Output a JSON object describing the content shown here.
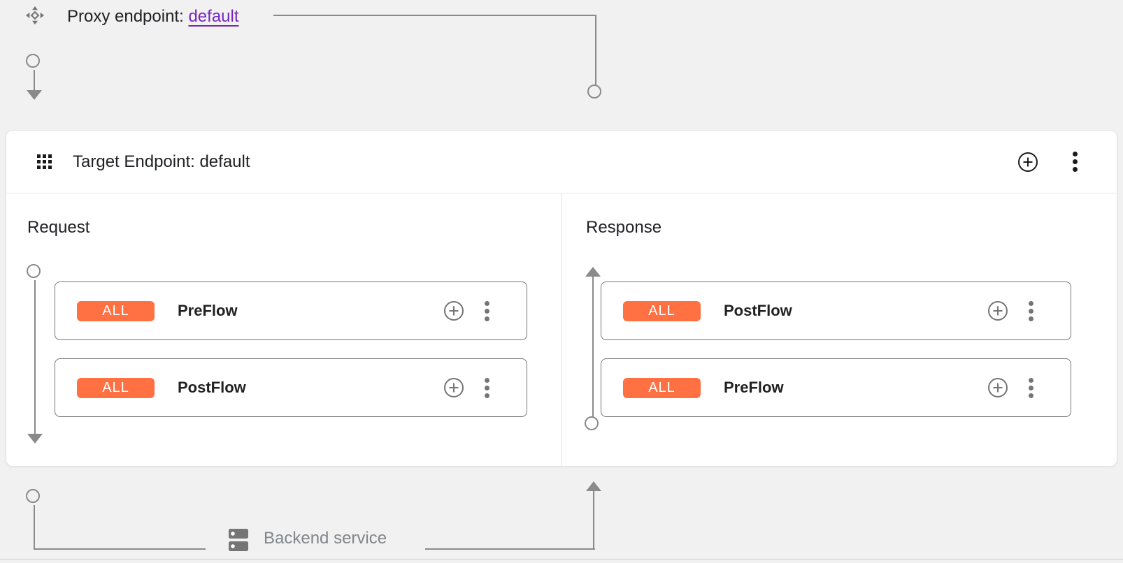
{
  "colors": {
    "accent": "#FF7043",
    "link": "#7627BB",
    "connector": "#8A8A8A",
    "text": "#202124",
    "muted": "#80868B",
    "bg": "#F1F1F1"
  },
  "proxy": {
    "label": "Proxy endpoint:",
    "link_text": "default"
  },
  "target": {
    "title": "Target Endpoint: default"
  },
  "request": {
    "label": "Request",
    "flows": [
      {
        "badge": "ALL",
        "name": "PreFlow"
      },
      {
        "badge": "ALL",
        "name": "PostFlow"
      }
    ]
  },
  "response": {
    "label": "Response",
    "flows": [
      {
        "badge": "ALL",
        "name": "PostFlow"
      },
      {
        "badge": "ALL",
        "name": "PreFlow"
      }
    ]
  },
  "backend": {
    "label": "Backend service"
  }
}
